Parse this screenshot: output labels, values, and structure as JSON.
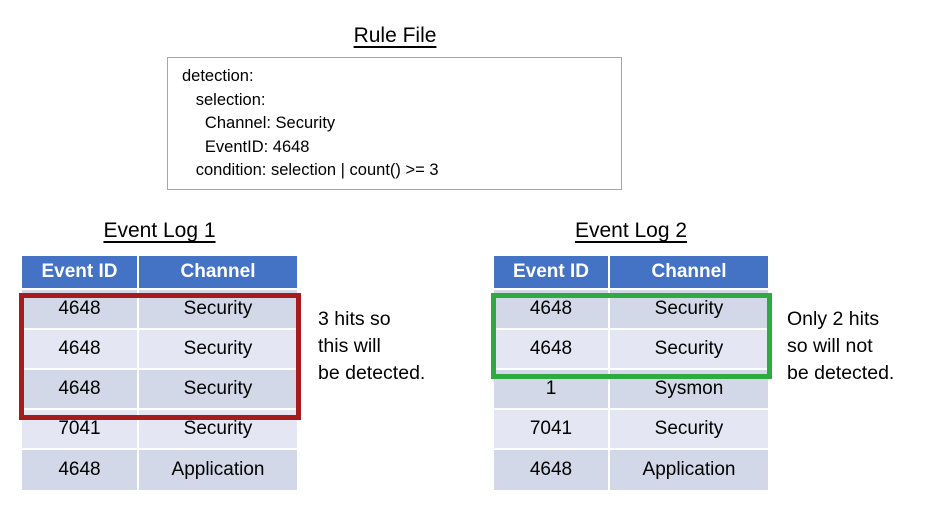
{
  "rule_file": {
    "title": "Rule File",
    "code": "detection:\n   selection:\n     Channel: Security\n     EventID: 4648\n   condition: selection | count() >= 3"
  },
  "logs": [
    {
      "title": "Event Log 1",
      "columns": [
        "Event ID",
        "Channel"
      ],
      "rows": [
        {
          "event_id": "4648",
          "channel": "Security"
        },
        {
          "event_id": "4648",
          "channel": "Security"
        },
        {
          "event_id": "4648",
          "channel": "Security"
        },
        {
          "event_id": "7041",
          "channel": "Security"
        },
        {
          "event_id": "4648",
          "channel": "Application"
        }
      ],
      "highlight": {
        "color": "#a61c1c",
        "rows": [
          0,
          1,
          2
        ]
      },
      "annotation": "3 hits so\nthis will\nbe detected."
    },
    {
      "title": "Event Log 2",
      "columns": [
        "Event ID",
        "Channel"
      ],
      "rows": [
        {
          "event_id": "4648",
          "channel": "Security"
        },
        {
          "event_id": "4648",
          "channel": "Security"
        },
        {
          "event_id": "1",
          "channel": "Sysmon"
        },
        {
          "event_id": "7041",
          "channel": "Security"
        },
        {
          "event_id": "4648",
          "channel": "Application"
        }
      ],
      "highlight": {
        "color": "#2faa41",
        "rows": [
          0,
          1
        ]
      },
      "annotation": "Only 2 hits\nso will not\nbe detected."
    }
  ],
  "colors": {
    "header_blue": "#4472c4",
    "row_dark": "#d3d8e8",
    "row_light": "#e4e7f3",
    "highlight_red": "#a61c1c",
    "highlight_green": "#2faa41",
    "box_border": "#a6a6a6"
  }
}
